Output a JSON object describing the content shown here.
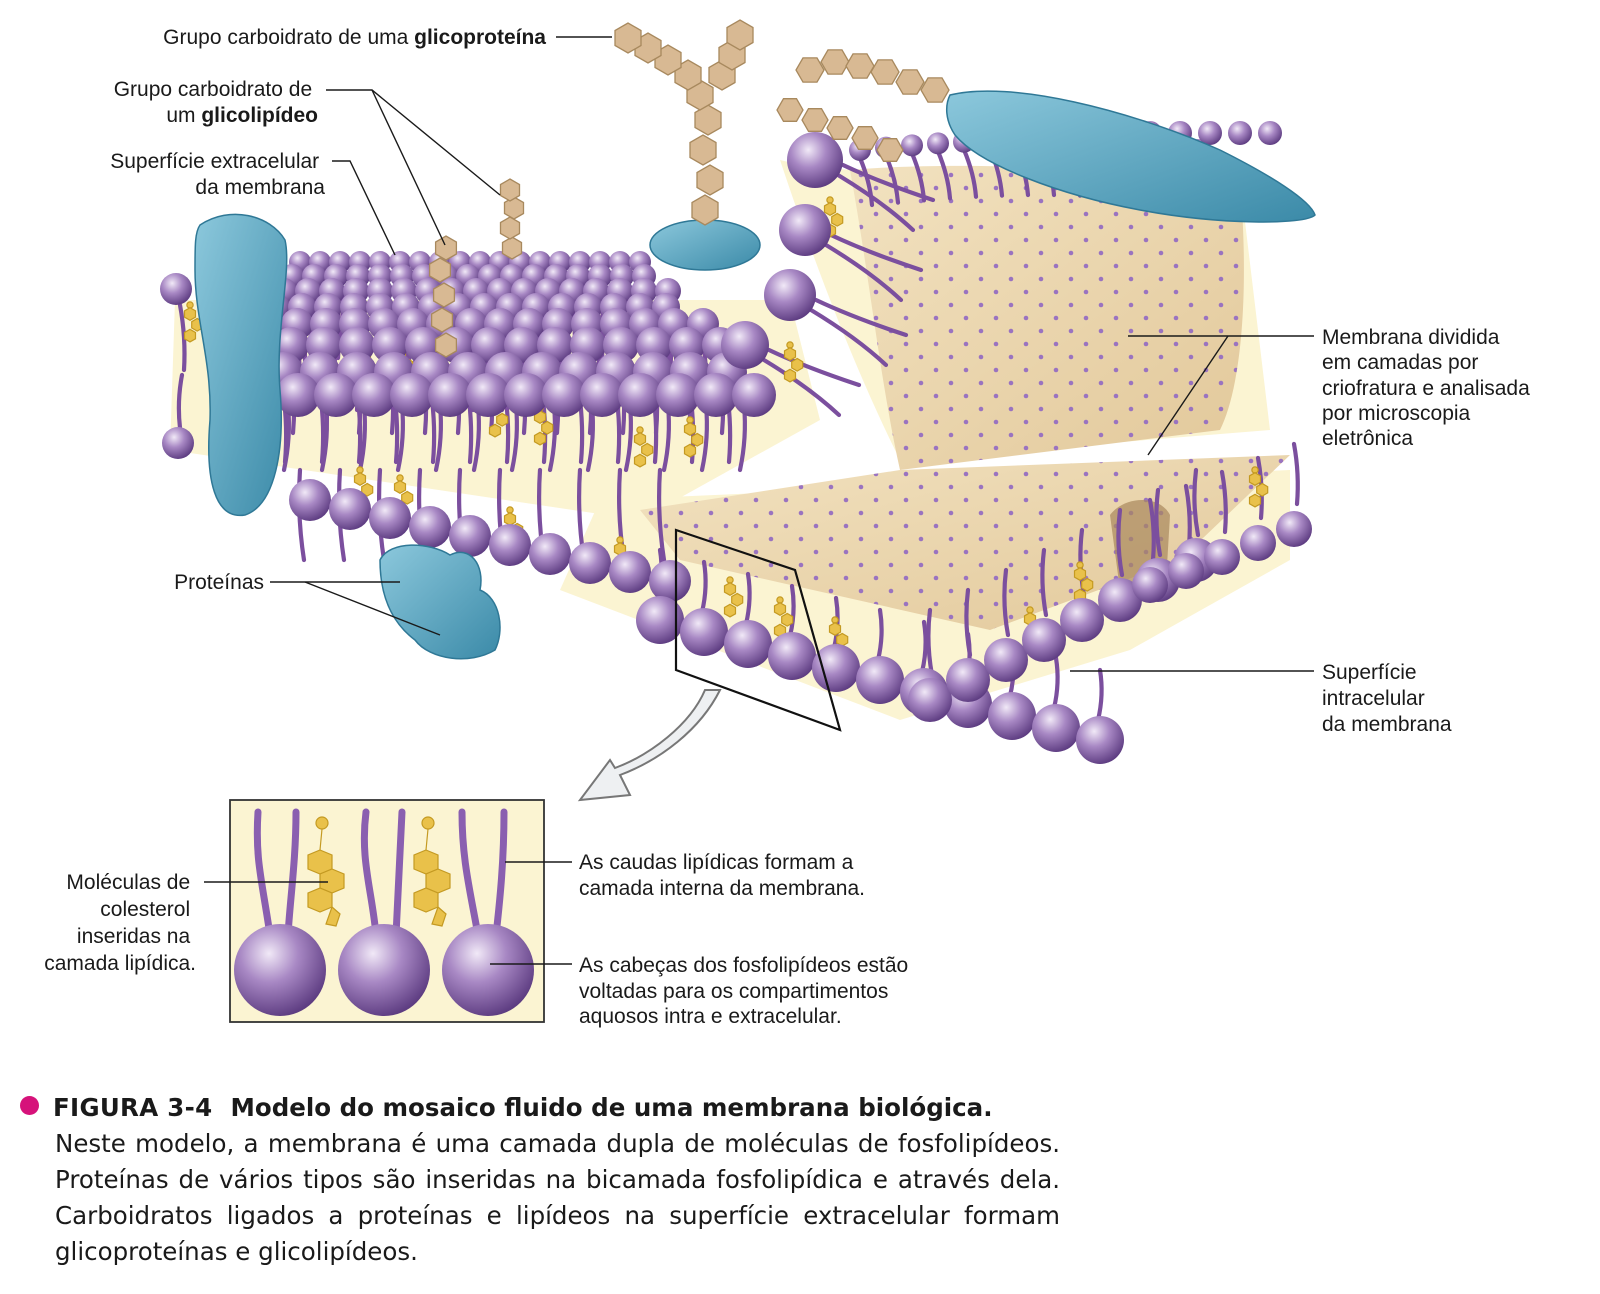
{
  "labels": {
    "glicoproteina_prefix": "Grupo carboidrato de uma ",
    "glicoproteina_bold": "glicoproteína",
    "glicolipideo_line1": "Grupo carboidrato de",
    "glicolipideo_line2_prefix": "um ",
    "glicolipideo_line2_bold": "glicolipídeo",
    "superficie_extra_line1": "Superfície extracelular",
    "superficie_extra_line2": "da membrana",
    "proteinas": "Proteínas",
    "membrana_dividida": [
      "Membrana dividida",
      "em camadas por",
      "criofratura e analisada",
      "por microscopia",
      "eletrônica"
    ],
    "superficie_intra": [
      "Superfície",
      "intracelular",
      "da membrana"
    ],
    "colesterol": [
      "Moléculas de",
      "colesterol",
      "inseridas na",
      "camada lipídica."
    ],
    "caudas": [
      "As caudas lipídicas formam a",
      "camada interna da membrana."
    ],
    "cabecas": [
      "As cabeças dos fosfolipídeos estão",
      "voltadas para os compartimentos",
      "aquosos intra e extracelular."
    ]
  },
  "caption": {
    "figure_number": "FIGURA 3-4",
    "title": "Modelo do mosaico fluido de uma membrana biológica.",
    "body": "Neste modelo, a membrana é uma camada dupla de moléculas de fosfolipídeos. Proteínas de vários tipos são inseridas na bicamada fosfolipídica e através dela. Carboidratos ligados a proteínas e lipídeos na superfície extracelular formam glicoproteínas e glicolipídeos."
  },
  "colors": {
    "phospholipid_head": "#8e66ad",
    "lipid_tail": "#7b4f9e",
    "protein": "#5fa9c4",
    "carbohydrate": "#d8b993",
    "cholesterol": "#e9c14a",
    "membrane_interior": "#fbf4d2",
    "fracture_face": "#ecd7ae",
    "caption_bullet": "#d6127a"
  }
}
